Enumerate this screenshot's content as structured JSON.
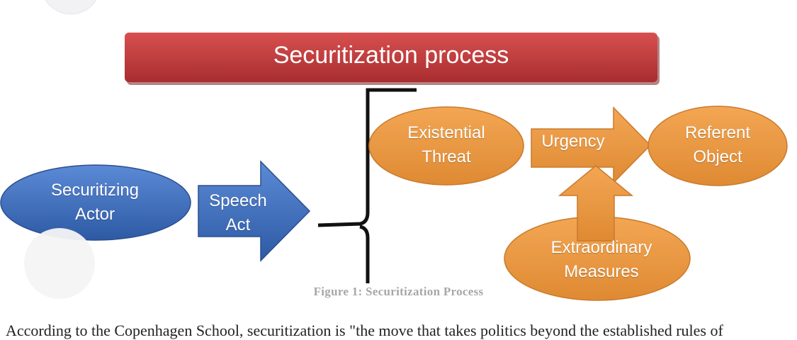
{
  "title": "Securitization process",
  "nodes": {
    "securitizing_actor": [
      "Securitizing",
      "Actor"
    ],
    "speech_act": [
      "Speech",
      "Act"
    ],
    "existential_threat": [
      "Existential",
      "Threat"
    ],
    "urgency": [
      "Urgency"
    ],
    "referent_object": [
      "Referent",
      "Object"
    ],
    "extraordinary_measures": [
      "Extraordinary",
      "Measures"
    ]
  },
  "caption": "Figure 1: Securitization Process",
  "body_text": "According to the Copenhagen School, securitization is \"the move that takes politics beyond the established rules of",
  "colors": {
    "banner": "#c0393b",
    "blue": "#3f6fbd",
    "orange": "#ec9740",
    "text_on_shape": "#ffffff"
  }
}
